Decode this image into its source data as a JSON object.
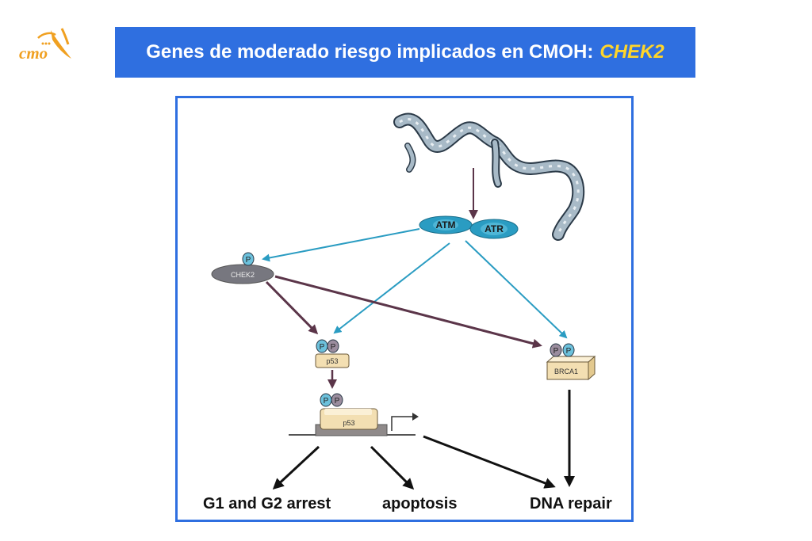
{
  "logo": {
    "text": "cmo"
  },
  "header": {
    "title_main": "Genes de moderado riesgo implicados en CMOH:",
    "title_gene": "CHEK2"
  },
  "diagram": {
    "nodes": {
      "atm": "ATM",
      "atr": "ATR",
      "chek2": "CHEK2",
      "p53_small": "p53",
      "p53_large": "p53",
      "brca1": "BRCA1",
      "phospho": "P"
    },
    "outcomes": {
      "arrest": "G1 and G2 arrest",
      "apoptosis": "apoptosis",
      "repair": "DNA repair"
    }
  },
  "colors": {
    "header_bg": "#2f6fe0",
    "gene_highlight": "#ffd52a",
    "kinase_arrow": "#2a9cc2",
    "signal_arrow": "#5b3549",
    "protein_fill": "#f3dfb2",
    "chek2_fill": "#77777f"
  }
}
